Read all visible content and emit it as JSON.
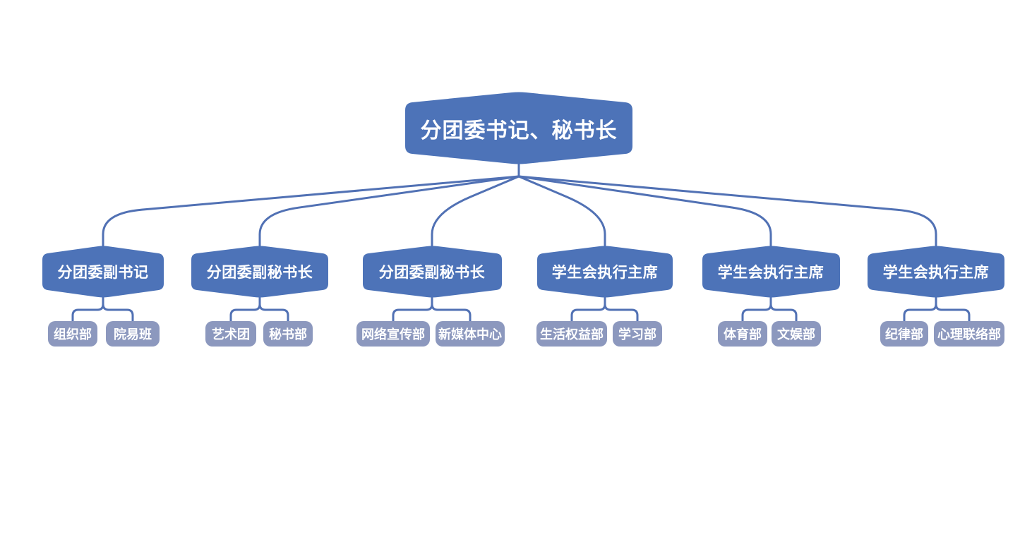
{
  "org_chart": {
    "root": {
      "label": "分团委书记、秘书长"
    },
    "branches": [
      {
        "label": "分团委副书记",
        "children": [
          {
            "label": "组织部"
          },
          {
            "label": "院易班"
          }
        ]
      },
      {
        "label": "分团委副秘书长",
        "children": [
          {
            "label": "艺术团"
          },
          {
            "label": "秘书部"
          }
        ]
      },
      {
        "label": "分团委副秘书长",
        "children": [
          {
            "label": "网络宣传部"
          },
          {
            "label": "新媒体中心"
          }
        ]
      },
      {
        "label": "学生会执行主席",
        "children": [
          {
            "label": "生活权益部"
          },
          {
            "label": "学习部"
          }
        ]
      },
      {
        "label": "学生会执行主席",
        "children": [
          {
            "label": "体育部"
          },
          {
            "label": "文娱部"
          }
        ]
      },
      {
        "label": "学生会执行主席",
        "children": [
          {
            "label": "纪律部"
          },
          {
            "label": "心理联络部"
          }
        ]
      }
    ],
    "colors": {
      "primary": "#4D73B8",
      "secondary": "#8C98BE",
      "connector": "#5171B4",
      "text": "#FFFFFF",
      "background": "#FFFFFF"
    }
  }
}
